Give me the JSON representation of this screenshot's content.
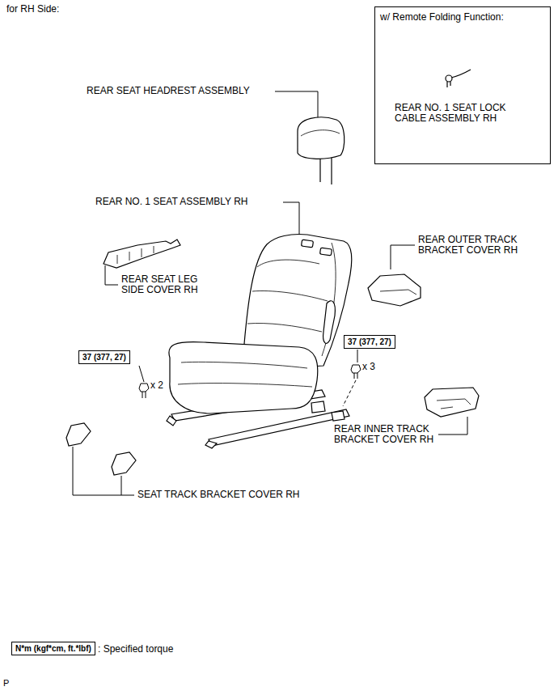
{
  "diagram": {
    "nodes": [
      {
        "text": [
          "w/ Remote Folding Function:",
          "REAR NO. 1 SEAT LOCK CABLE ASSEMBLY RH"
        ]
      },
      {
        "text": [
          "37 (377, 27)"
        ]
      },
      {
        "text": [
          "37 (377, 27)"
        ]
      },
      {
        "text": [
          "N*m (kgf*cm, ft.*lbf)"
        ]
      }
    ],
    "labels": [
      "for RH Side:",
      "REAR SEAT HEADREST ASSEMBLY",
      "REAR NO. 1 SEAT ASSEMBLY RH",
      "REAR SEAT LEG SIDE COVER RH",
      "REAR OUTER TRACK BRACKET COVER RH",
      "x 2",
      "x 3",
      "REAR INNER TRACK BRACKET COVER RH",
      "SEAT TRACK BRACKET COVER RH",
      ": Specified torque",
      "P"
    ]
  }
}
